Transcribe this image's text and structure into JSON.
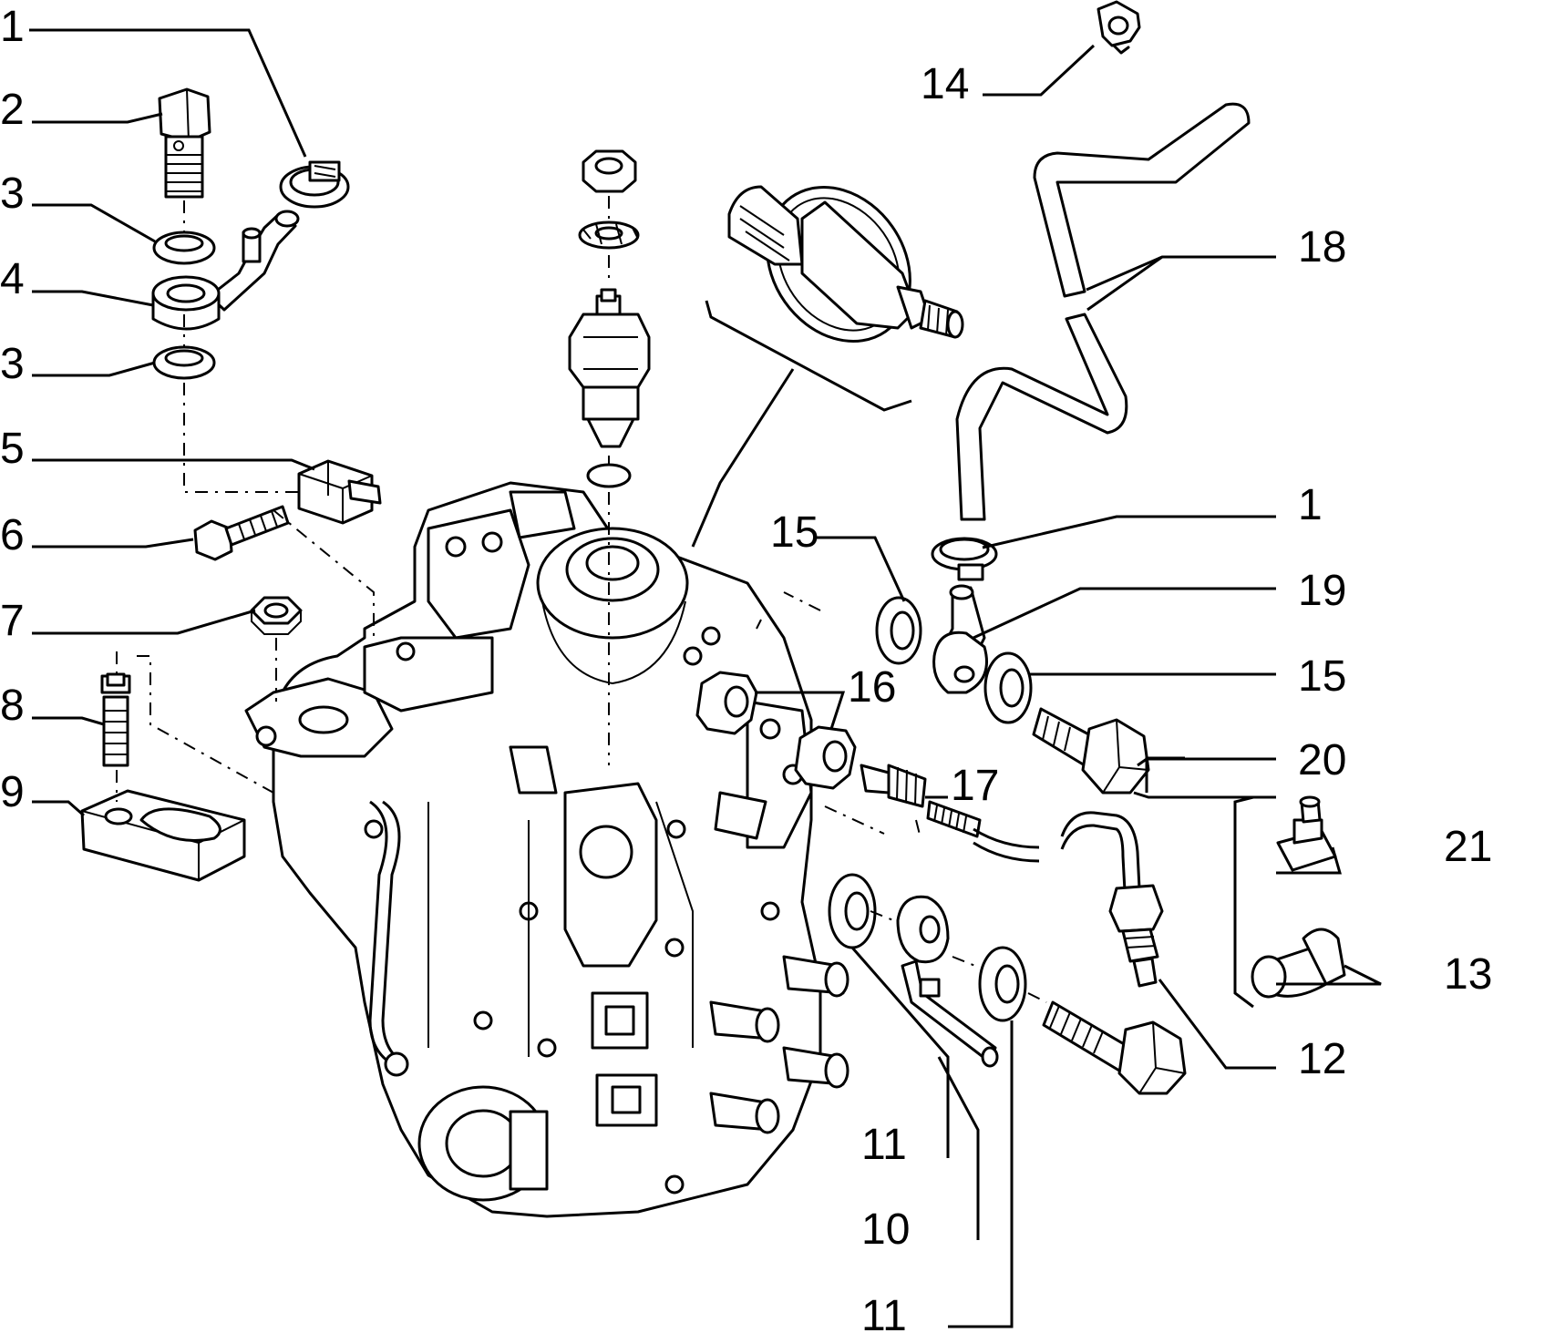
{
  "callouts": [
    {
      "id": "c1a",
      "text": "1"
    },
    {
      "id": "c2",
      "text": "2"
    },
    {
      "id": "c3a",
      "text": "3"
    },
    {
      "id": "c4",
      "text": "4"
    },
    {
      "id": "c3b",
      "text": "3"
    },
    {
      "id": "c5",
      "text": "5"
    },
    {
      "id": "c6",
      "text": "6"
    },
    {
      "id": "c7",
      "text": "7"
    },
    {
      "id": "c8",
      "text": "8"
    },
    {
      "id": "c9",
      "text": "9"
    },
    {
      "id": "c14",
      "text": "14"
    },
    {
      "id": "c18",
      "text": "18"
    },
    {
      "id": "c1b",
      "text": "1"
    },
    {
      "id": "c15a",
      "text": "15"
    },
    {
      "id": "c19",
      "text": "19"
    },
    {
      "id": "c15b",
      "text": "15"
    },
    {
      "id": "c16",
      "text": "16"
    },
    {
      "id": "c20",
      "text": "20"
    },
    {
      "id": "c17",
      "text": "17"
    },
    {
      "id": "c21",
      "text": "21"
    },
    {
      "id": "c13",
      "text": "13"
    },
    {
      "id": "c12",
      "text": "12"
    },
    {
      "id": "c11a",
      "text": "11"
    },
    {
      "id": "c10",
      "text": "10"
    },
    {
      "id": "c11b",
      "text": "11"
    }
  ]
}
